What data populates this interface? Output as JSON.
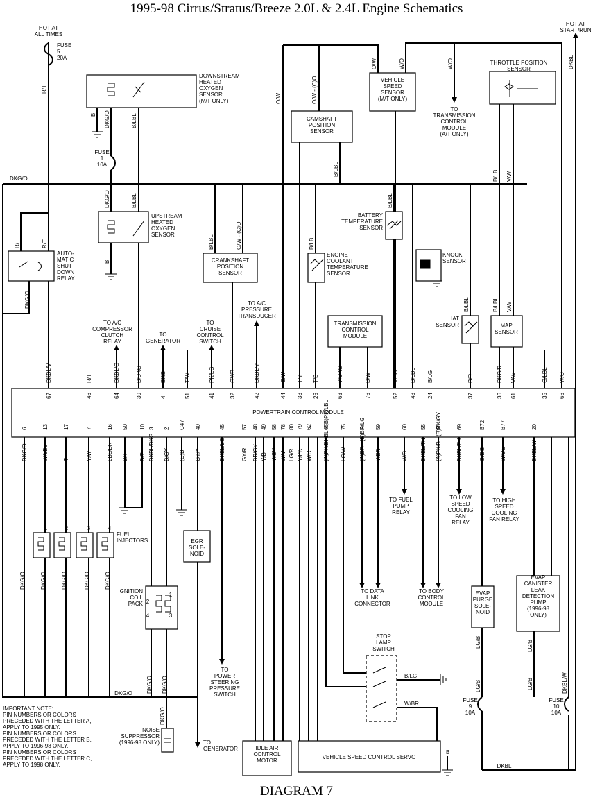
{
  "title": "1995-98 Cirrus/Stratus/Breeze 2.0L & 2.4L Engine Schematics",
  "footer": "DIAGRAM 7",
  "top_left": {
    "hot": [
      "HOT AT",
      "ALL TIMES"
    ],
    "fuse": [
      "FUSE",
      "5",
      "20A"
    ],
    "wire": "R/T"
  },
  "top_right": {
    "hot": [
      "HOT AT",
      "START/RUN"
    ],
    "wire": "DKBL"
  },
  "bus_wire": "DKG/O",
  "pcm_label": "POWERTRAIN CONTROL MODULE",
  "components": {
    "downstream_o2": [
      "DOWNSTREAM",
      "HEATED",
      "OXYGEN",
      "SENSOR",
      "(M/T ONLY)"
    ],
    "upstream_o2": [
      "UPSTREAM",
      "HEATED",
      "OXYGEN",
      "SENSOR"
    ],
    "asd_relay": [
      "AUTO-",
      "MATIC",
      "SHUT",
      "DOWN",
      "RELAY"
    ],
    "camshaft": [
      "CAMSHAFT",
      "POSITION",
      "SENSOR"
    ],
    "vss": [
      "VEHICLE",
      "SPEED",
      "SENSOR",
      "(M/T ONLY)"
    ],
    "tcm_top": [
      "TO",
      "TRANSMISSION",
      "CONTROL",
      "MODULE",
      "(A/T ONLY)"
    ],
    "tps": [
      "THROTTLE POSITION",
      "SENSOR"
    ],
    "crankshaft": [
      "CRANKSHAFT",
      "POSITION",
      "SENSOR"
    ],
    "battery_temp": [
      "BATTERY",
      "TEMPERATURE",
      "SENSOR"
    ],
    "ect": [
      "ENGINE",
      "COOLANT",
      "TEMPERATURE",
      "SENSOR"
    ],
    "knock": [
      "KNOCK",
      "SENSOR"
    ],
    "ac_clutch": [
      "TO A/C",
      "COMPRESSOR",
      "CLUTCH",
      "RELAY"
    ],
    "generator": [
      "TO",
      "GENERATOR"
    ],
    "cruise": [
      "TO",
      "CRUISE",
      "CONTROL",
      "SWITCH"
    ],
    "ac_pressure": [
      "TO A/C",
      "PRESSURE",
      "TRANSDUCER"
    ],
    "tcm_box": [
      "TRANSMISSION",
      "CONTROL",
      "MODULE"
    ],
    "iat": [
      "IAT",
      "SENSOR"
    ],
    "map": [
      "MAP",
      "SENSOR"
    ],
    "injectors": [
      "FUEL",
      "INJECTORS"
    ],
    "egr": [
      "EGR",
      "SOLE-",
      "NOID"
    ],
    "coil": [
      "IGNITION",
      "COIL",
      "PACK"
    ],
    "fuel_pump": [
      "TO FUEL",
      "PUMP",
      "RELAY"
    ],
    "low_fan": [
      "TO LOW",
      "SPEED",
      "COOLING",
      "FAN",
      "RELAY"
    ],
    "high_fan": [
      "TO HIGH",
      "SPEED",
      "COOLING",
      "FAN RELAY"
    ],
    "dlc": [
      "TO DATA",
      "LINK",
      "CONNECTOR"
    ],
    "bcm": [
      "TO BODY",
      "CONTROL",
      "MODULE"
    ],
    "evap_purge": [
      "EVAP",
      "PURGE",
      "SOLE-",
      "NOID"
    ],
    "evap_leak": [
      "EVAP",
      "CANISTER",
      "LEAK",
      "DETECTION",
      "PUMP",
      "(1996-98",
      "ONLY)"
    ],
    "ps_switch": [
      "TO",
      "POWER",
      "STEERING",
      "PRESSURE",
      "SWITCH"
    ],
    "stop_lamp": [
      "STOP",
      "LAMP",
      "SWITCH"
    ],
    "noise": [
      "NOISE",
      "SUPPRESSOR",
      "(1996-98 ONLY)"
    ],
    "gen_bottom": [
      "TO",
      "GENERATOR"
    ],
    "iac": [
      "IDLE AIR",
      "CONTROL",
      "MOTOR"
    ],
    "vscs": "VEHICLE SPEED CONTROL SERVO",
    "fuse9": [
      "FUSE",
      "9",
      "10A"
    ],
    "fuse10": [
      "FUSE",
      "10",
      "10A"
    ],
    "fuse1": [
      "FUSE",
      "1",
      "10A"
    ]
  },
  "note": [
    "IMPORTANT NOTE:",
    "PIN NUMBERS OR COLORS",
    "PRECEDED WITH THE LETTER A,",
    "APPLY TO 1995 ONLY.",
    "PIN NUMBERS OR COLORS",
    "PRECEDED WITH THE LETTER B,",
    "APPLY TO 1996-98 ONLY.",
    "PIN NUMBERS OR COLORS",
    "PRECEDED WITH THE LETTER C,",
    "APPLY TO 1998 ONLY."
  ],
  "top_pins": [
    {
      "wire": "DKBL/V",
      "pin": "67"
    },
    {
      "wire": "R/T",
      "pin": "46"
    },
    {
      "wire": "DKBL/O",
      "pin": "64"
    },
    {
      "wire": "B/DKG",
      "pin": "30"
    },
    {
      "wire": "DKG",
      "pin": "4"
    },
    {
      "wire": "T/W",
      "pin": "51"
    },
    {
      "wire": "PK/LG",
      "pin": "41"
    },
    {
      "wire": "GY/B",
      "pin": "32"
    },
    {
      "wire": "DKBL/Y",
      "pin": "42"
    },
    {
      "wire": "O/W",
      "pin": "44"
    },
    {
      "wire": "T/Y",
      "pin": "33"
    },
    {
      "wire": "T/B",
      "pin": "26"
    },
    {
      "wire": "Y/DKG",
      "pin": "63"
    },
    {
      "wire": "B/W",
      "pin": "76"
    },
    {
      "wire": "V/LG",
      "pin": "52"
    },
    {
      "wire": "B/LBL",
      "pin": "43"
    },
    {
      "wire": "B/LG",
      "pin": "24"
    },
    {
      "wire": "B/R",
      "pin": "37"
    },
    {
      "wire": "DKG/R",
      "pin": "36"
    },
    {
      "wire": "V/W",
      "pin": "61"
    },
    {
      "wire": "O/LBL",
      "pin": "35"
    },
    {
      "wire": "W/O",
      "pin": "66"
    }
  ],
  "bottom_pins": [
    {
      "wire": "DKG/O",
      "pin": "6"
    },
    {
      "wire": "W/LBL",
      "pin": "13"
    },
    {
      "wire": "T",
      "pin": "17"
    },
    {
      "wire": "Y/W",
      "pin": "7"
    },
    {
      "wire": "LBL/BR",
      "pin": "16"
    },
    {
      "wire": "B/T",
      "pin": "50"
    },
    {
      "wire": "B/T",
      "pin": "10"
    },
    {
      "wire": "DKBL/DKG",
      "pin": "3"
    },
    {
      "wire": "B/GY",
      "pin": "2"
    },
    {
      "wire": "(C)B",
      "pin": "C47"
    },
    {
      "wire": "GY/Y",
      "pin": "40"
    },
    {
      "wire": "DKBL/LG",
      "pin": "45"
    },
    {
      "wire": "GY/R",
      "pin": "57"
    },
    {
      "wire": "BR/GY",
      "pin": "48"
    },
    {
      "wire": "Y/B",
      "pin": "49"
    },
    {
      "wire": "V/GY",
      "pin": "58"
    },
    {
      "wire": "W/V",
      "pin": "78"
    },
    {
      "wire": "LG/R",
      "pin": "80"
    },
    {
      "wire": "Y/PK",
      "pin": "79"
    },
    {
      "wire": "W/R",
      "pin": "62"
    },
    {
      "wire": "(A)PK/DKBL - (B)PK/LBL",
      "pin": "65"
    },
    {
      "wire": "LG/W",
      "pin": "75"
    },
    {
      "wire": "(A)BR - (B)BR/LG",
      "pin": "74"
    },
    {
      "wire": "V/BR",
      "pin": "59"
    },
    {
      "wire": "W/B",
      "pin": "60"
    },
    {
      "wire": "DKBL/TN",
      "pin": "55"
    },
    {
      "wire": "(A)PK/B - (B)PK/GY",
      "pin": "68"
    },
    {
      "wire": "DKBL/PK",
      "pin": "69"
    },
    {
      "wire": "O/DG",
      "pin": "B72"
    },
    {
      "wire": "W/DG",
      "pin": "B77"
    },
    {
      "wire": "DKBL/W",
      "pin": "20"
    }
  ],
  "misc_wires": {
    "o2_down_ground": "B",
    "o2_down_1": "DKG/O",
    "o2_down_2": "B/LBL",
    "o2_up_ground": "B",
    "o2_up_1": "DKG/O",
    "o2_up_2": "B/LBL",
    "relay_1": "R/T",
    "relay_2": "R/T",
    "relay_out": "DKG/O",
    "cam_feed": "O/W - (C)O",
    "cam_out": "B/LBL",
    "ow_top": "O/W",
    "vss_1": "O/W",
    "vss_2": "W/O",
    "tcm_wire": "W/O",
    "tps_1": "B/LBL",
    "tps_2": "V/W",
    "crank_1": "B/LBL",
    "crank_2": "O/W - (C)O",
    "batt_wire": "B/LBL",
    "ect_wire": "B/LBL",
    "iat_wire": "B/LBL",
    "map_1": "B/LBL",
    "map_2": "V/W",
    "inj_wire": "DKG/O",
    "coil_1": "DKG/O",
    "coil_2": "DKG/O",
    "bottom_bus": "DKG/O",
    "noise_wire": "DKG/O",
    "stop_1": "B/LG",
    "stop_2": "W/BR",
    "purge_1": "LG/B",
    "purge_2": "LG/B",
    "leak_1": "LG/B",
    "dkbl_w": "DKBL/W",
    "dkbl_bottom": "DKBL",
    "servo_ground": "B"
  },
  "injector_numbers": [
    "1",
    "2",
    "3",
    "4"
  ],
  "coil_numbers": [
    "1",
    "2",
    "3",
    "4"
  ]
}
